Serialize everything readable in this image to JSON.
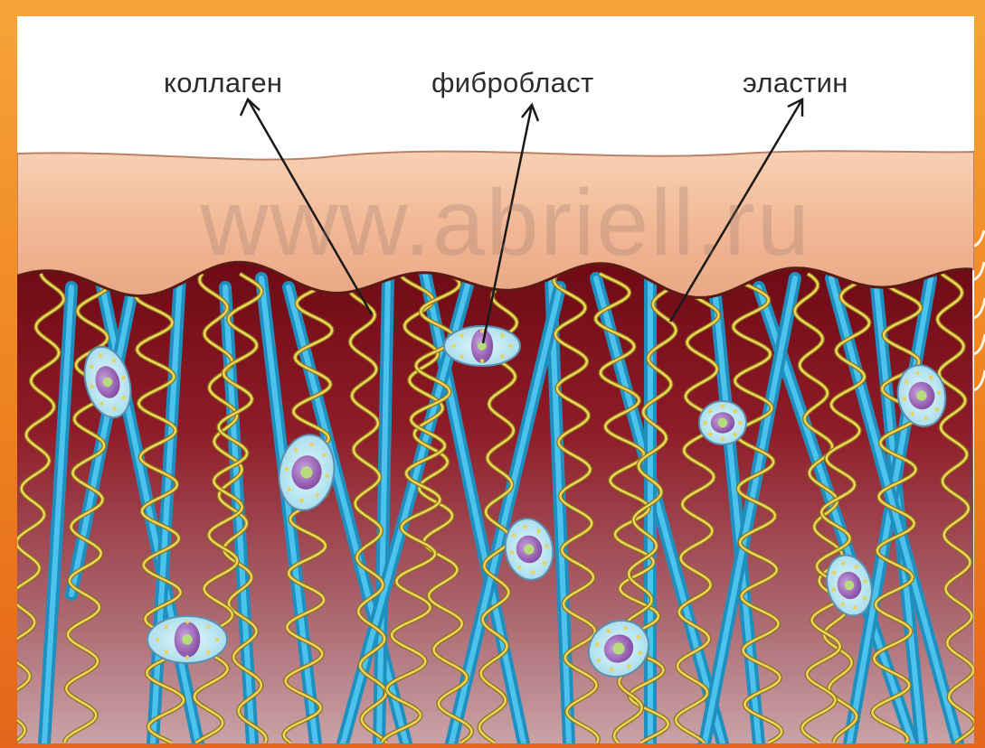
{
  "labels": {
    "collagen": "коллаген",
    "fibroblast": "фибробласт",
    "elastin": "эластин"
  },
  "watermark": "www.abriell.ru",
  "colors": {
    "frame": "#f28a1e",
    "panel": "#ffffff",
    "epidermis": "#f0b896",
    "dermis_dark": "#7a0f1a",
    "dermis_light": "#b98a90",
    "collagen": "#27a7d8",
    "elastin": "#d9bf3a",
    "fibroblast_body": "#c7ecf5",
    "fibroblast_nucleus": "#9b62b8",
    "label_text": "#2c2c2c",
    "arrow": "#1a1a1a"
  },
  "icons": [
    "arrow-icon",
    "collagen-fiber",
    "elastin-fiber",
    "fibroblast-cell",
    "decorative-swirl-icon"
  ]
}
